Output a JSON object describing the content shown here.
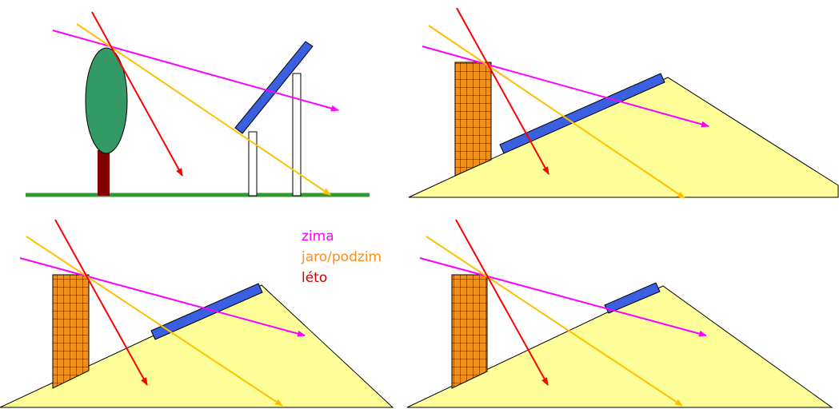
{
  "legend": {
    "items": [
      {
        "label": "zima",
        "color": "#ff00ff"
      },
      {
        "label": "jaro/podzim",
        "color": "#ff8c1a"
      },
      {
        "label": "léto",
        "color": "#cc0000"
      }
    ]
  },
  "colors": {
    "winter_ray": "#ff00ff",
    "spring_autumn_ray": "#ffc000",
    "summer_ray": "#ff0000",
    "panel": "#3a5fe0",
    "roof": "#ffff99",
    "chimney": "#f0901c",
    "tree_crown": "#339966",
    "tree_trunk": "#800000",
    "ground": "#339933"
  },
  "icons": {
    "tree": "tree-icon",
    "solar_panel": "solar-panel-icon",
    "chimney": "chimney-icon"
  }
}
